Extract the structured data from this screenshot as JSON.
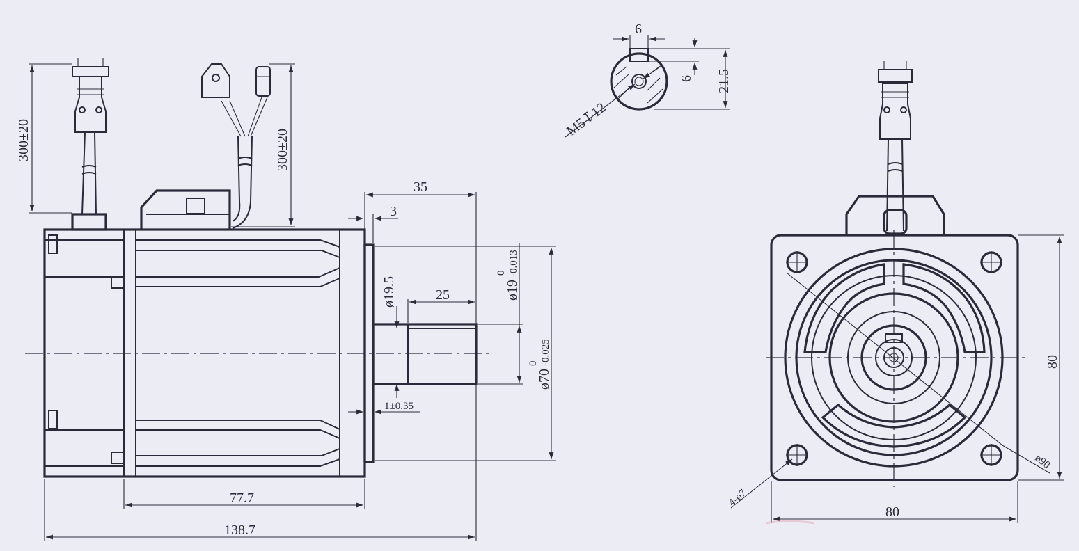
{
  "drawing": {
    "dimensions": {
      "cable_length_left": "300±20",
      "cable_length_right": "300±20",
      "shaft_length_total": "35",
      "flange_step": "3",
      "shaft_key_length": "25",
      "shaft_root_dia": "ø19.5",
      "shaft_dia": "ø19",
      "shaft_dia_tol_upper": "0",
      "shaft_dia_tol_lower": "-0.013",
      "pilot_dia": "ø70",
      "pilot_dia_tol_upper": "0",
      "pilot_dia_tol_lower": "-0.025",
      "flange_thickness": "1±0.35",
      "body_length": "77.7",
      "total_length": "138.7",
      "key_width": "6",
      "key_depth": "6",
      "shaft_key_height": "21.5",
      "center_tap": "M5↧12",
      "flange_width": "80",
      "flange_height": "80",
      "mount_holes": "4-ø7",
      "bolt_circle": "ø90"
    },
    "colors": {
      "paper": "#ecedf4",
      "ink": "#2a2a3a"
    }
  }
}
